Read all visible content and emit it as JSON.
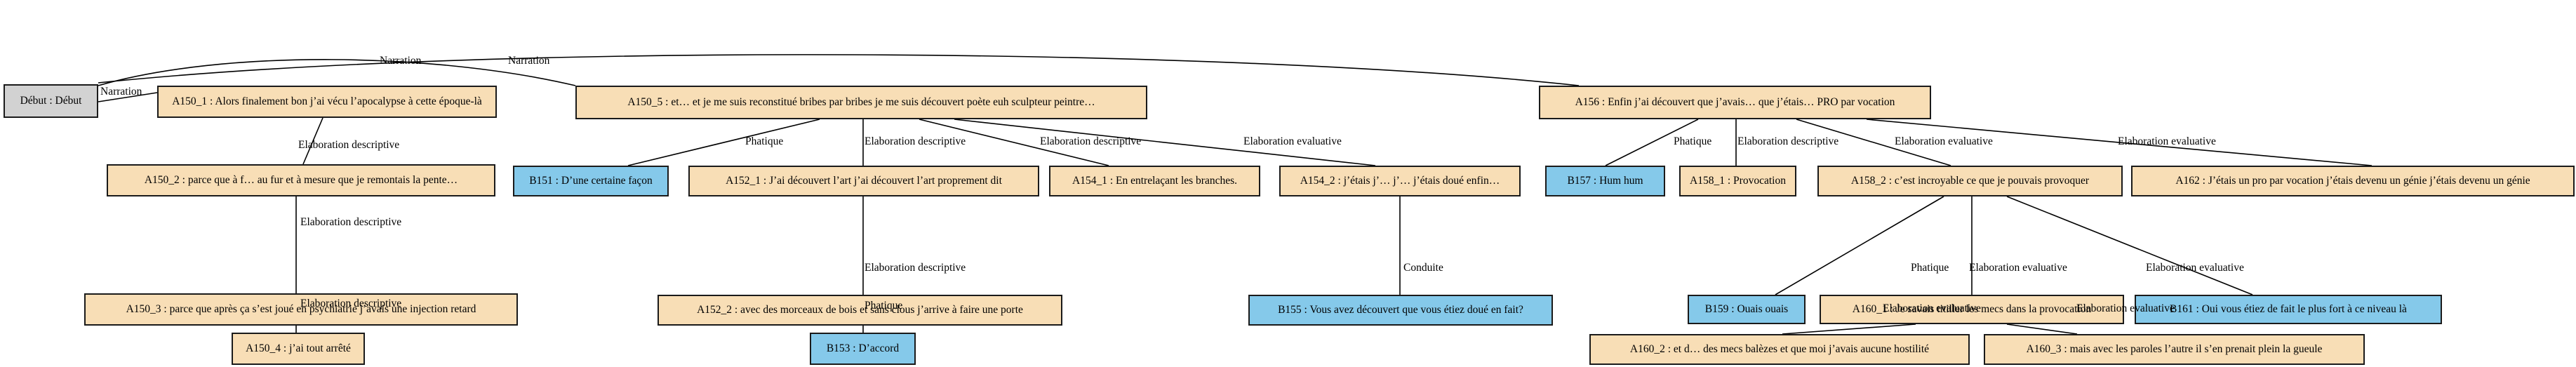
{
  "colors": {
    "a_node": "#f8deb6",
    "b_node": "#85c9ea",
    "start_node": "#d2d2d2",
    "edge": "#000000"
  },
  "nodes": {
    "debut": "Début : Début",
    "a150_1": "A150_1 : Alors finalement bon j’ai vécu l’apocalypse à cette époque-là",
    "a150_2": "A150_2 : parce que à f… au fur et à mesure que je remontais la pente…",
    "a150_3": "A150_3 : parce que après ça s’est joué en psychiatrie j’avais une injection retard",
    "a150_4": "A150_4 : j’ai tout arrêté",
    "a150_5": "A150_5 : et… et je me suis reconstitué bribes par bribes je me suis découvert poète euh sculpteur peintre…",
    "b151": "B151 : D’une certaine façon",
    "a152_1": "A152_1 : J’ai découvert l’art j’ai découvert l’art proprement dit",
    "a152_2": "A152_2 : avec des morceaux de bois et sans clous j’arrive à faire une porte",
    "b153": "B153 : D’accord",
    "a154_1": "A154_1 : En entrelaçant les branches.",
    "a154_2": "A154_2 : j’étais j’… j’… j’étais doué enfin…",
    "b155": "B155 : Vous avez découvert que vous étiez doué en fait?",
    "a156": "A156 : Enfin j’ai découvert que j’avais… que j’étais… PRO par vocation",
    "b157": "B157 : Hum hum",
    "a158_1": "A158_1 : Provocation",
    "a158_2": "A158_2 : c’est incroyable ce que je pouvais provoquer",
    "b159": "B159 : Ouais ouais",
    "a160_1": "A160_1 : Je savais titiller les mecs dans la provocation",
    "a160_2": "A160_2 : et d… des mecs balèzes et que moi j’avais aucune hostilité",
    "a160_3": "A160_3 : mais avec les paroles l’autre il s’en prenait plein la gueule",
    "b161": "B161 : Oui vous étiez de fait le plus fort à ce niveau là",
    "a162": "A162 : J’étais un pro par vocation j’étais devenu un génie j’étais devenu un génie"
  },
  "edges": {
    "e1": "Narration",
    "e2": "Narration",
    "e3": "Narration",
    "e4": "Elaboration descriptive",
    "e5": "Elaboration descriptive",
    "e6": "Elaboration descriptive",
    "e7": "Phatique",
    "e8": "Elaboration descriptive",
    "e9": "Elaboration descriptive",
    "e10": "Elaboration evaluative",
    "e11": "Elaboration descriptive",
    "e12": "Phatique",
    "e13": "Conduite",
    "e14": "Phatique",
    "e15": "Elaboration descriptive",
    "e16": "Elaboration evaluative",
    "e17": "Elaboration evaluative",
    "e18": "Phatique",
    "e19": "Elaboration evaluative",
    "e20": "Elaboration evaluative",
    "e21": "Elaboration evaluative",
    "e22": "Elaboration evaluative"
  }
}
